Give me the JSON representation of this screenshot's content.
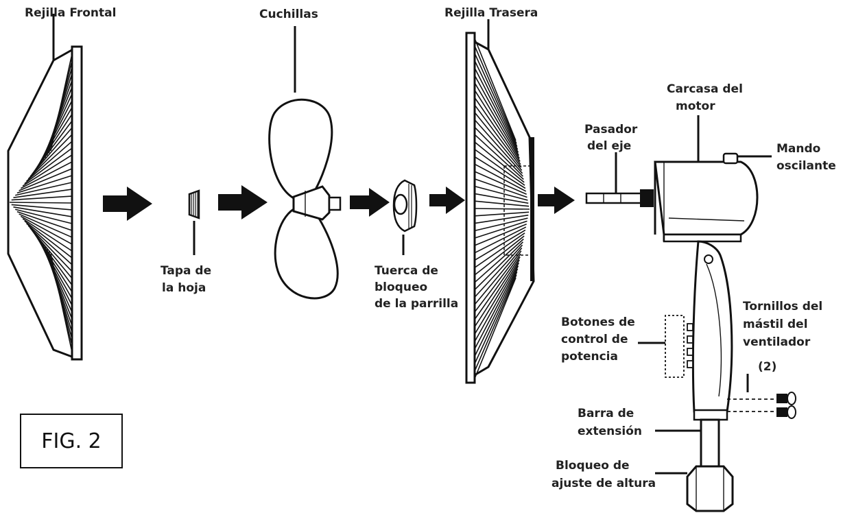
{
  "labels": {
    "rejilla_frontal": "Rejilla Frontal",
    "cuchillas": "Cuchillas",
    "rejilla_trasera": "Rejilla Trasera",
    "carcasa_1": "Carcasa del",
    "carcasa_2": "motor",
    "pasador_1": "Pasador",
    "pasador_2": "del eje",
    "mando_1": "Mando",
    "mando_2": "oscilante",
    "tapa_1": "Tapa de",
    "tapa_2": "la hoja",
    "tuerca_1": "Tuerca de",
    "tuerca_2": "bloqueo",
    "tuerca_3": "de la parrilla",
    "botones_1": "Botones de",
    "botones_2": "control de",
    "botones_3": "potencia",
    "tornillos_1": "Tornillos del",
    "tornillos_2": "mástil del",
    "tornillos_3": "ventilador",
    "tornillos_4": "(2)",
    "barra_1": "Barra de",
    "barra_2": "extensión",
    "bloqueo_1": "Bloqueo de",
    "bloqueo_2": "ajuste de altura",
    "figure": "FIG. 2"
  },
  "colors": {
    "ink": "#111111",
    "label": "#222222",
    "background": "#ffffff"
  }
}
